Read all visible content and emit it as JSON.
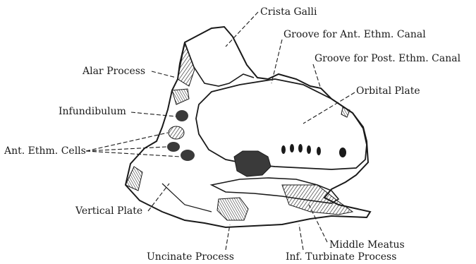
{
  "labels": {
    "crista_galli": "Crista Galli",
    "groove_ant": "Groove for Ant. Ethm. Canal",
    "groove_post": "Groove for Post. Ethm. Canal",
    "alar_process": "Alar Process",
    "orbital_plate": "Orbital Plate",
    "infundibulum": "Infundibulum",
    "ant_ethm_cells": "Ant. Ethm. Cells",
    "vertical_plate": "Vertical Plate",
    "middle_meatus": "Middle Meatus",
    "uncinate_process": "Uncinate Process",
    "inf_turbinate_process": "Inf. Turbinate Process"
  },
  "colors": {
    "ink": "#1a1a1a",
    "paper": "#ffffff",
    "shade": "#3a3a3a"
  }
}
